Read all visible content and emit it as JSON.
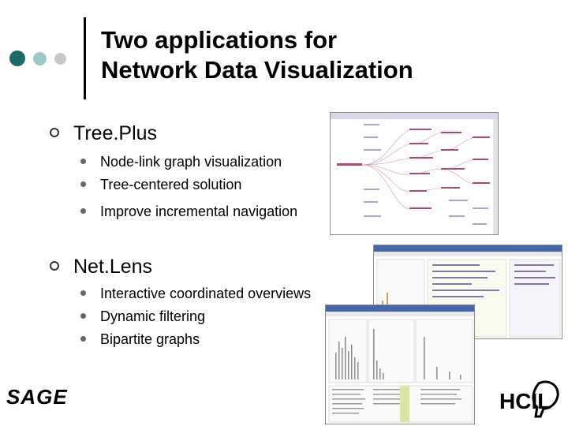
{
  "slide": {
    "title_line1": "Two applications for",
    "title_line2": "Network Data Visualization",
    "accent_colors": [
      "#1d6a6a",
      "#9cc8cc",
      "#c8c8c8"
    ]
  },
  "sections": [
    {
      "heading": "Tree.Plus",
      "bullets": [
        "Node-link graph visualization",
        "Tree-centered solution",
        "Improve incremental navigation"
      ]
    },
    {
      "heading": "Net.Lens",
      "bullets": [
        "Interactive coordinated overviews",
        "Dynamic filtering",
        "Bipartite graphs"
      ]
    }
  ],
  "footer": {
    "left_logo": "SAGE",
    "right_logo": "HCIL"
  },
  "icons": {
    "main_bullet": "circle-outline-icon",
    "sub_bullet": "filled-circle-icon"
  }
}
